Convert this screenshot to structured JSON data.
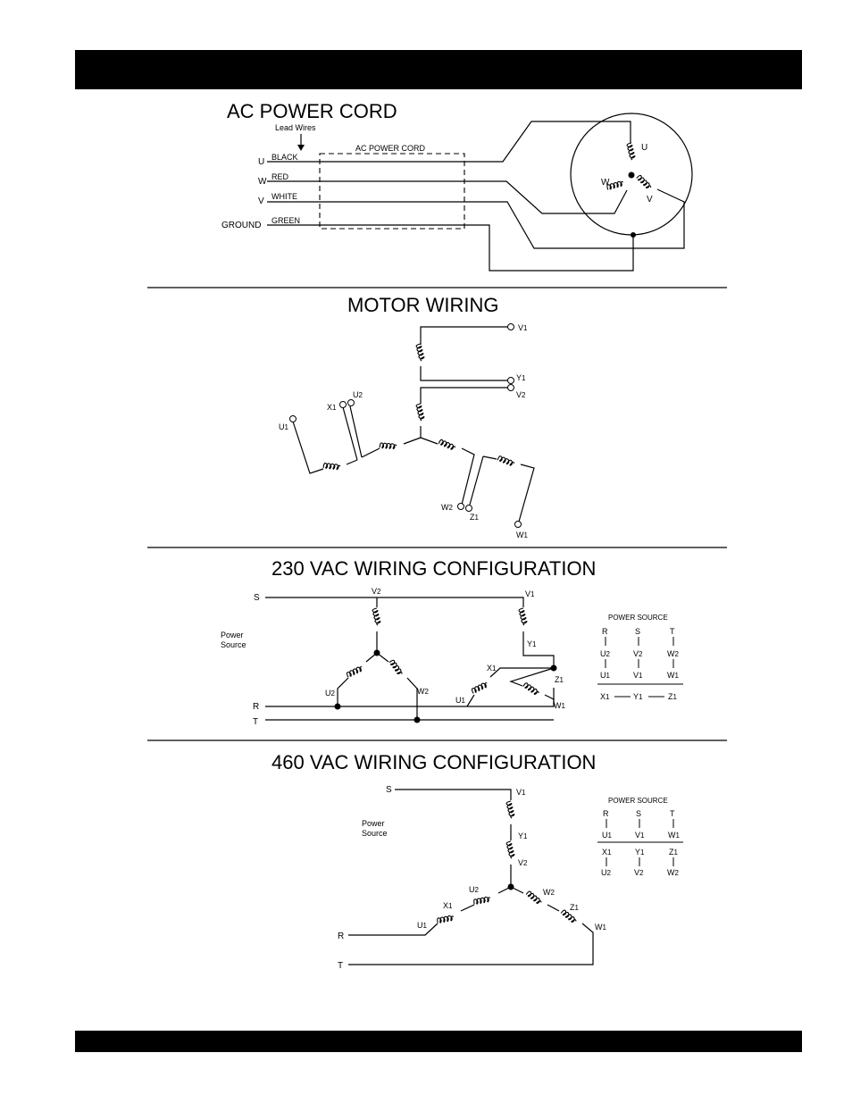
{
  "header_bar": "",
  "footer_bar": "",
  "ac_power_cord": {
    "title": "AC POWER CORD",
    "lead_wires": "Lead Wires",
    "cord_box_label": "AC POWER CORD",
    "leads": [
      {
        "terminal": "U",
        "color": "BLACK"
      },
      {
        "terminal": "W",
        "color": "RED"
      },
      {
        "terminal": "V",
        "color": "WHITE"
      },
      {
        "terminal": "GROUND",
        "color": "GREEN"
      }
    ],
    "motor_labels": {
      "u": "U",
      "w": "W",
      "v": "V"
    }
  },
  "motor_wiring": {
    "title": "MOTOR WIRING",
    "terminals": {
      "v1": "V",
      "y1": "Y",
      "v2": "V",
      "x1": "X",
      "u2": "U",
      "u1": "U",
      "w2": "W",
      "z1": "Z",
      "w1": "W"
    },
    "subs": {
      "one": "1",
      "two": "2"
    }
  },
  "vac230": {
    "title": "230 VAC WIRING CONFIGURATION",
    "lines": {
      "s": "S",
      "r": "R",
      "t": "T"
    },
    "power_source": "Power Source",
    "table": {
      "header": "POWER SOURCE",
      "cols": [
        "R",
        "S",
        "T"
      ],
      "row1": [
        "U",
        "V",
        "W"
      ],
      "row2": [
        "U",
        "V",
        "W"
      ],
      "bottom": [
        "X",
        "Y",
        "Z"
      ]
    }
  },
  "vac460": {
    "title": "460 VAC WIRING CONFIGURATION",
    "lines": {
      "s": "S",
      "r": "R",
      "t": "T"
    },
    "power_source": "Power Source",
    "table": {
      "header": "POWER SOURCE",
      "cols": [
        "R",
        "S",
        "T"
      ],
      "row1": [
        "U",
        "V",
        "W"
      ],
      "row2": [
        "X",
        "Y",
        "Z"
      ],
      "row3": [
        "U",
        "V",
        "W"
      ]
    }
  }
}
